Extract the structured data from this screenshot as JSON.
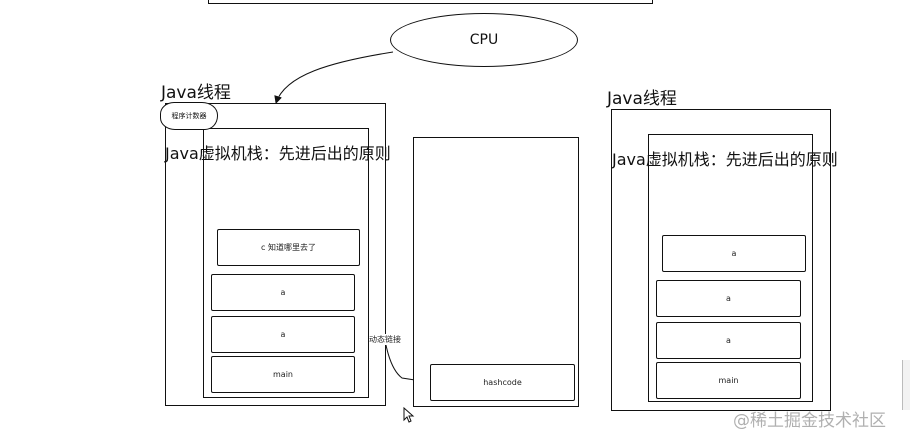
{
  "cpu": {
    "label": "CPU"
  },
  "left": {
    "thread_label": "Java线程",
    "pc_label": "程序计数器",
    "stack_title": "Java虚拟机栈：先进后出的原则",
    "frames": [
      "c  知道哪里去了",
      "a",
      "a",
      "main"
    ]
  },
  "link_label": "动态链接",
  "heap": {
    "item": "hashcode"
  },
  "right": {
    "thread_label": "Java线程",
    "stack_title": "Java虚拟机栈：先进后出的原则",
    "frames": [
      "a",
      "a",
      "a",
      "main"
    ]
  },
  "watermark": "@稀土掘金技术社区"
}
